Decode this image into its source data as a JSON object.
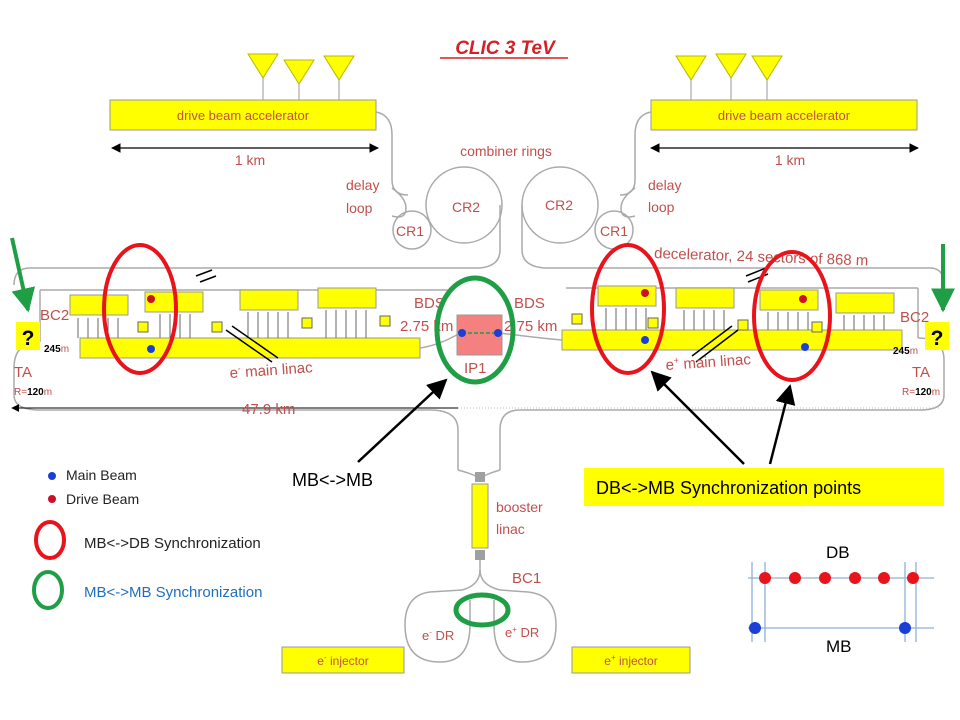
{
  "title": "CLIC   3 TeV",
  "dba": {
    "left_label": "drive beam accelerator",
    "right_label": "drive beam accelerator",
    "length_left": "1 km",
    "length_right": "1 km"
  },
  "combiner_rings": "combiner rings",
  "delay_loop": {
    "line1": "delay",
    "line2": "loop"
  },
  "rings": {
    "cr2": "CR2",
    "cr1": "CR1"
  },
  "decelerator": "decelerator, 24 sectors of 868 m",
  "bds": {
    "name": "BDS",
    "length": "2.75 km"
  },
  "ip": "IP1",
  "bc2": "BC2",
  "ta": {
    "name": "TA",
    "radius_prefix": "R=",
    "radius_value": "120",
    "radius_unit": "m"
  },
  "length_245": {
    "value": "245",
    "unit": "m"
  },
  "linac": {
    "electron": "main linac",
    "positron": "main linac"
  },
  "total_length": "47.9 km",
  "question_mark": "?",
  "booster_linac": {
    "line1": "booster",
    "line2": "linac"
  },
  "bc1": "BC1",
  "dr": {
    "electron": "DR",
    "positron": "DR"
  },
  "injector": {
    "electron": "injector",
    "positron": "injector"
  },
  "legend": {
    "main_beam": "Main Beam",
    "drive_beam": "Drive Beam",
    "mb_db_sync": "MB<->DB  Synchronization",
    "mb_mb_sync": "MB<->MB  Synchronization"
  },
  "annotations": {
    "mb_mb": "MB<->MB",
    "db_mb_points": "DB<->MB Synchronization points"
  },
  "inset": {
    "db": "DB",
    "mb": "MB"
  },
  "colors": {
    "yellow": "#ffff00",
    "label_red": "#c0504d",
    "sync_red": "#e8131b",
    "sync_green": "#1f9e45",
    "main_beam": "#1a3fd6",
    "drive_beam": "#cc1026",
    "callout_bg": "#ffff00"
  }
}
